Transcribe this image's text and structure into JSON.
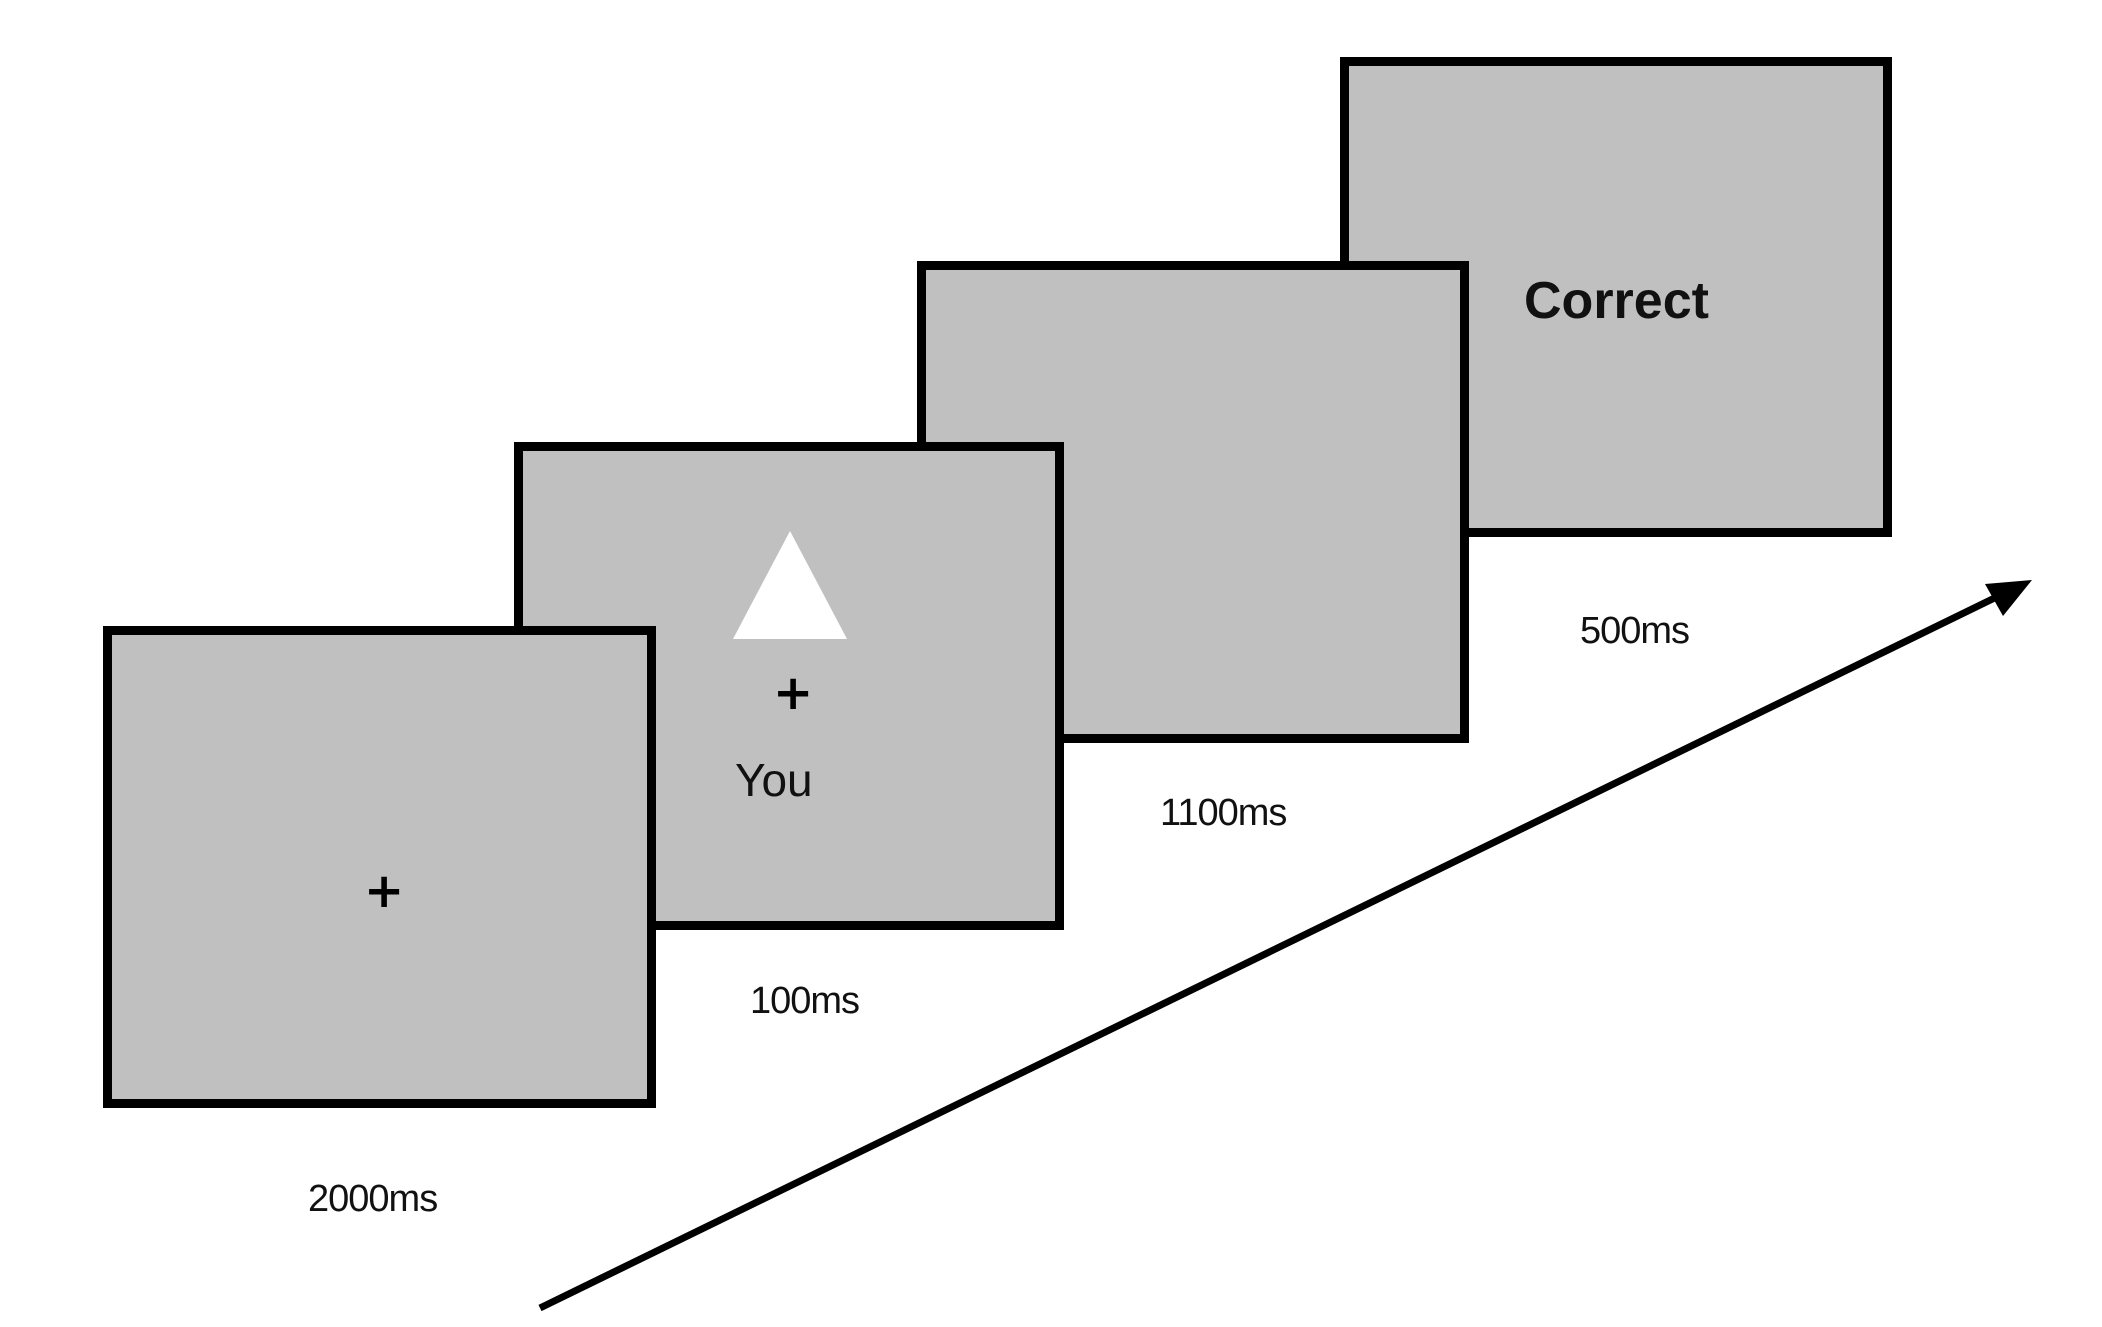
{
  "frames": [
    {
      "fixation": "+",
      "duration": "2000ms"
    },
    {
      "cue_shape": "triangle-icon",
      "fixation": "+",
      "word": "You",
      "duration": "100ms"
    },
    {
      "duration": "1100ms"
    },
    {
      "feedback": "Correct",
      "duration": "500ms"
    }
  ],
  "colors": {
    "screen": "#c0c0c0",
    "border": "#000000",
    "cue_shape": "#ffffff",
    "text": "#111111"
  },
  "arrow": {
    "icon": "time-arrow-icon"
  }
}
